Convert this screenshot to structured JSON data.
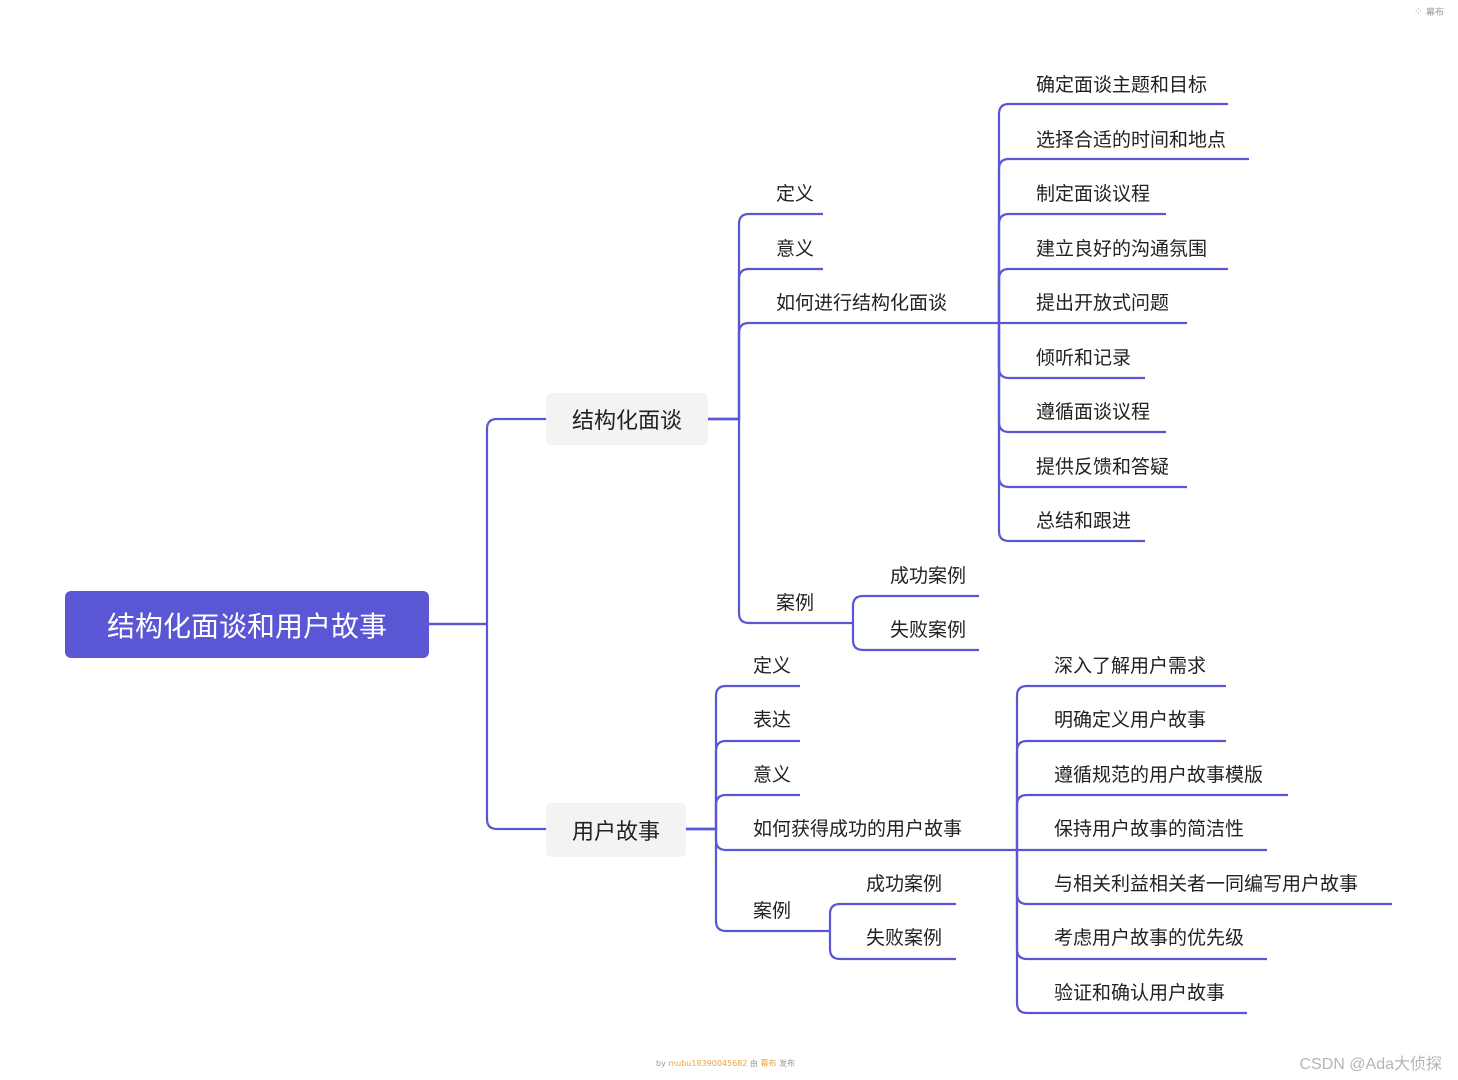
{
  "root": {
    "label": "结构化面谈和用户故事"
  },
  "branch1": {
    "label": "结构化面谈",
    "children": [
      {
        "label": "定义"
      },
      {
        "label": "意义"
      },
      {
        "label": "如何进行结构化面谈"
      },
      {
        "label": "案例"
      }
    ],
    "steps": [
      "确定面谈主题和目标",
      "选择合适的时间和地点",
      "制定面谈议程",
      "建立良好的沟通氛围",
      "提出开放式问题",
      "倾听和记录",
      "遵循面谈议程",
      "提供反馈和答疑",
      "总结和跟进"
    ],
    "cases": [
      "成功案例",
      "失败案例"
    ]
  },
  "branch2": {
    "label": "用户故事",
    "children": [
      {
        "label": "定义"
      },
      {
        "label": "表达"
      },
      {
        "label": "意义"
      },
      {
        "label": "如何获得成功的用户故事"
      },
      {
        "label": "案例"
      }
    ],
    "steps": [
      "深入了解用户需求",
      "明确定义用户故事",
      "遵循规范的用户故事模版",
      "保持用户故事的简洁性",
      "与相关利益相关者一同编写用户故事",
      "考虑用户故事的优先级",
      "验证和确认用户故事"
    ],
    "cases": [
      "成功案例",
      "失败案例"
    ]
  },
  "brand": {
    "label": "幕布",
    "icon": "mubu-logo-icon"
  },
  "footer": {
    "prefix": "by ",
    "user": "mubu18390045682",
    "middle": " 由 ",
    "brand": "幕布",
    "suffix": " 发布"
  },
  "watermark": "CSDN @Ada大侦探",
  "colors": {
    "line": "#5b57d4",
    "root_bg": "#5b57d4",
    "branch_bg": "#f3f3f4"
  }
}
